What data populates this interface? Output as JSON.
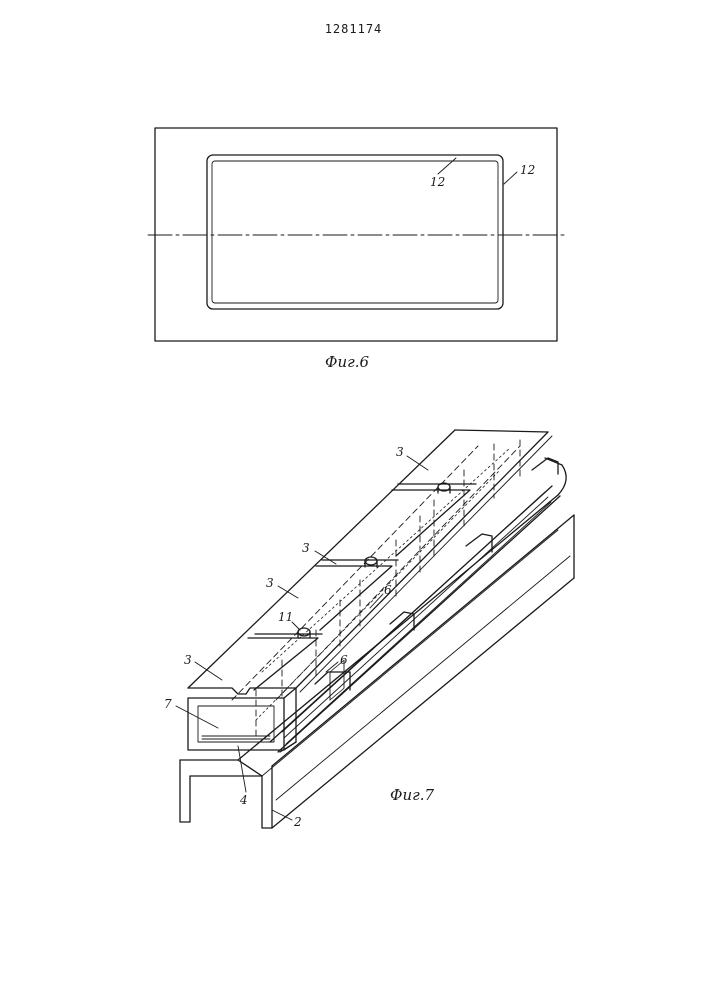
{
  "header": {
    "patent_number": "1281174"
  },
  "figure6": {
    "caption": "Фиг.6",
    "labels": {
      "inner": "12",
      "outer": "12"
    }
  },
  "figure7": {
    "caption": "Фиг.7",
    "labels": {
      "cover_top": "3",
      "cover_mid": "3",
      "cover_mid2": "3",
      "cover_front": "3",
      "fastener": "11",
      "partition_upper": "6",
      "partition_lower": "6",
      "front_panel": "7",
      "stack": "4",
      "base_channel": "2"
    }
  }
}
